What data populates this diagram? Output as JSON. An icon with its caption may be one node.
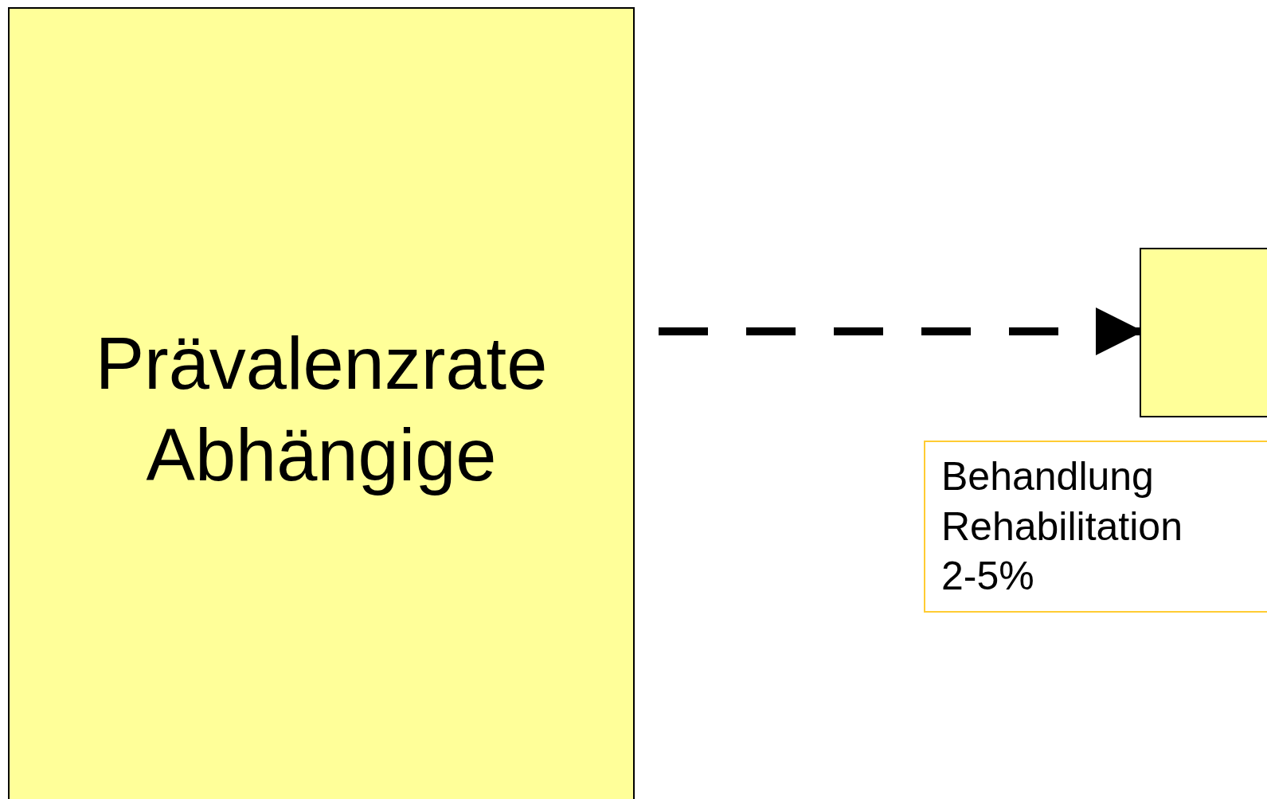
{
  "diagram": {
    "nodes": [
      {
        "text": [
          "Prävalenzrate Abhängige"
        ]
      },
      {
        "text": [],
        "shape": "box"
      },
      {
        "text": [
          "Behandlung",
          "Rehabilitation",
          "2-5%"
        ]
      }
    ],
    "edges": [
      {
        "from": 0,
        "to": 1,
        "arrow": "to",
        "style": "dashed"
      }
    ]
  }
}
